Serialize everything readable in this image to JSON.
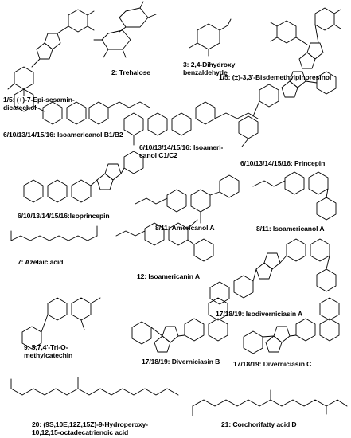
{
  "compounds": [
    {
      "lines": [
        "1/5: (+)-7-Epi-sesamin-",
        "dicatechol"
      ]
    },
    {
      "lines": [
        "2: Trehalose"
      ]
    },
    {
      "lines": [
        "3: 2,4-Dihydroxy",
        "benzaldehyde"
      ]
    },
    {
      "lines": [
        "1/5: (±)-3,3'-Bisdemethylpinoresinol"
      ]
    },
    {
      "lines": [
        "6/10/13/14/15/16: Isoamericanol B1/B2"
      ]
    },
    {
      "lines": [
        "6/10/13/14/15/16: Isoameri-",
        "canol C1/C2"
      ]
    },
    {
      "lines": [
        "6/10/13/14/15/16: Princepin"
      ]
    },
    {
      "lines": [
        "6/10/13/14/15/16:Isoprincepin"
      ]
    },
    {
      "lines": [
        "8/11: Americanol A"
      ]
    },
    {
      "lines": [
        "8/11: Isoamericanol A"
      ]
    },
    {
      "lines": [
        "7: Azelaic acid"
      ]
    },
    {
      "lines": [
        "12: Isoamericanin A"
      ]
    },
    {
      "lines": [
        "17/18/19: Isodiverniciasin A"
      ]
    },
    {
      "lines": [
        "9: 5,7,4'-Tri-O-",
        "methylcatechin"
      ]
    },
    {
      "lines": [
        "17/18/19: Diverniciasin B"
      ]
    },
    {
      "lines": [
        "17/18/19: Diverniciasin C"
      ]
    },
    {
      "lines": [
        "20: (9S,10E,12Z,15Z)-9-Hydroperoxy-",
        "10,12,15-octadecatrienoic acid"
      ]
    },
    {
      "lines": [
        "21: Corchorifatty acid D"
      ]
    }
  ]
}
